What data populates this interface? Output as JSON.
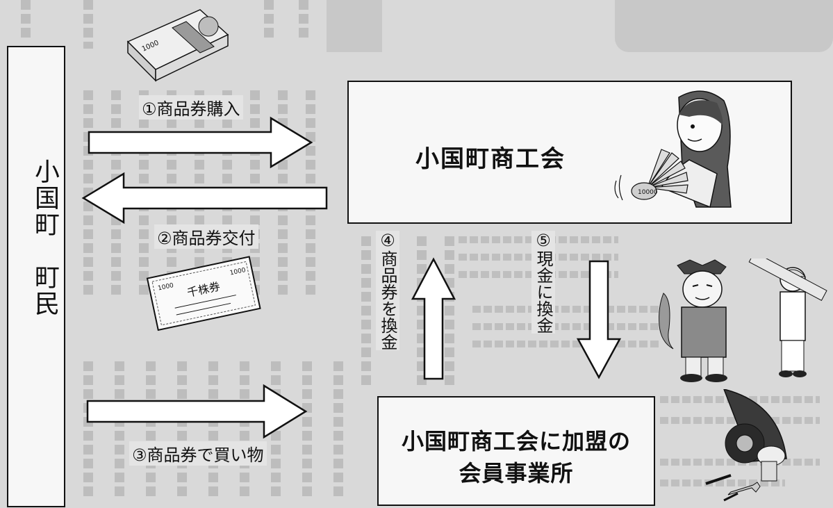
{
  "townspeople": {
    "label": "小国町　町民"
  },
  "chamber": {
    "label": "小国町商工会"
  },
  "member_businesses": {
    "line1": "小国町商工会に加盟の",
    "line2": "会員事業所"
  },
  "steps": {
    "buy_vouchers": "①商品券購入",
    "issue_vouchers": "②商品券交付",
    "shop_with_vouchers": "③商品券で買い物",
    "redeem_vouchers": "④商品券を換金",
    "convert_to_cash": "⑤現金に換金"
  },
  "illustrations": {
    "cash_bundle_icon": "money-bundle",
    "voucher_ticket_text": "千株券",
    "woman_with_bills_icon": "woman-fanning-bills",
    "merchants_icon": "fishmonger-and-carpenter",
    "mechanic_icon": "mechanic-with-tools"
  },
  "colors": {
    "background": "#d9d9d9",
    "box_fill": "#f7f7f7",
    "ink": "#111111"
  }
}
